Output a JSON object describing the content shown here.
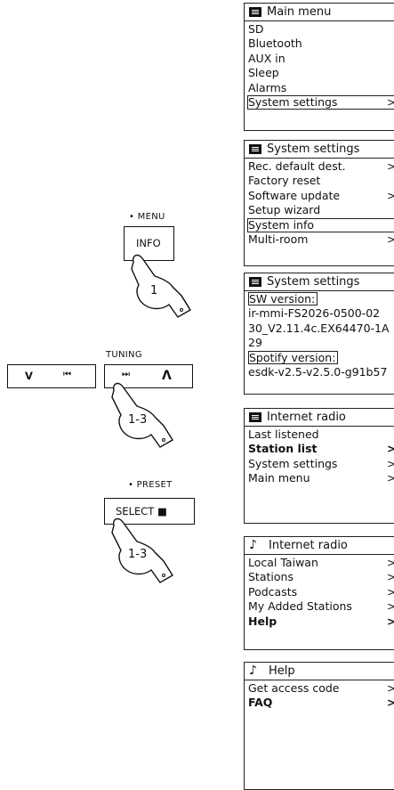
{
  "controls": {
    "menu_caption": "• MENU",
    "info_label": "INFO",
    "info_step": "1",
    "tuning_caption": "TUNING",
    "tune_down_symbol": "V",
    "prev_symbol": "⏮",
    "next_symbol": "⏭",
    "tune_up_symbol": "Λ",
    "tuning_step": "1-3",
    "preset_caption": "• PRESET",
    "select_label": "SELECT ■",
    "select_step": "1-3"
  },
  "screens": [
    {
      "icon": "menu-icon",
      "title": "Main menu",
      "rows": [
        {
          "label": "SD"
        },
        {
          "label": "Bluetooth"
        },
        {
          "label": "AUX in"
        },
        {
          "label": "Sleep"
        },
        {
          "label": "Alarms"
        },
        {
          "label": "System settings",
          "arrow": ">",
          "selected": true
        }
      ]
    },
    {
      "icon": "menu-icon",
      "title": "System settings",
      "rows": [
        {
          "label": "Rec. default dest.",
          "arrow": ">"
        },
        {
          "label": "Factory reset"
        },
        {
          "label": "Software update",
          "arrow": ">"
        },
        {
          "label": "Setup wizard"
        },
        {
          "label": "System info",
          "selected": true
        },
        {
          "label": "Multi-room",
          "arrow": ">"
        }
      ]
    },
    {
      "icon": "menu-icon",
      "title": "System settings",
      "rows": [
        {
          "label": "SW version:",
          "boxed": true
        },
        {
          "label": "ir-mmi-FS2026-0500-02"
        },
        {
          "label": "30_V2.11.4c.EX64470-1A"
        },
        {
          "label": "29"
        },
        {
          "label": "Spotify version:",
          "boxed": true
        },
        {
          "label": "esdk-v2.5-v2.5.0-g91b57"
        }
      ]
    },
    {
      "icon": "menu-icon",
      "title": "Internet radio",
      "rows": [
        {
          "label": "Last listened"
        },
        {
          "label": "Station list",
          "arrow": ">",
          "bold": true
        },
        {
          "label": "System settings",
          "arrow": ">"
        },
        {
          "label": "Main menu",
          "arrow": ">"
        }
      ]
    },
    {
      "icon": "note-icon",
      "title": "Internet radio",
      "rows": [
        {
          "label": "Local Taiwan",
          "arrow": ">"
        },
        {
          "label": "Stations",
          "arrow": ">"
        },
        {
          "label": "Podcasts",
          "arrow": ">"
        },
        {
          "label": "My Added Stations",
          "arrow": ">"
        },
        {
          "label": "Help",
          "arrow": ">",
          "bold": true
        }
      ]
    },
    {
      "icon": "note-icon",
      "title": "Help",
      "rows": [
        {
          "label": "Get access code",
          "arrow": ">"
        },
        {
          "label": "FAQ",
          "arrow": ">",
          "bold": true
        }
      ]
    }
  ]
}
